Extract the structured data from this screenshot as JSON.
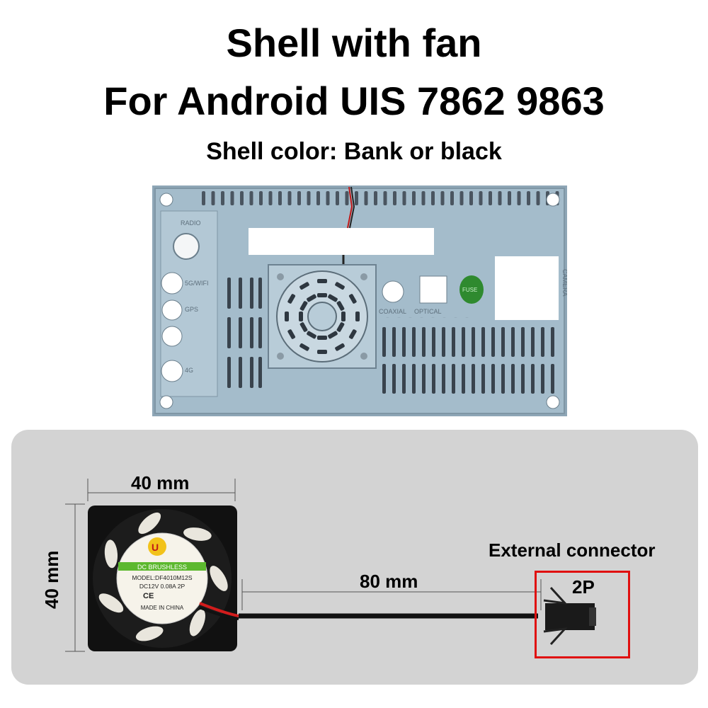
{
  "header": {
    "line1": "Shell with fan",
    "line2": "For Android  UIS 7862 9863",
    "line3": "Shell color: Bank or black"
  },
  "shell": {
    "labels": {
      "radio": "RADIO",
      "wifi": "5G/WIFI",
      "gps": "GPS",
      "g4": "4G",
      "coaxial": "COAXIAL",
      "optical": "OPTICAL",
      "fuse": "FUSE",
      "side": "CAMERA"
    },
    "color": "#9fb7c7"
  },
  "fan": {
    "brand": "U",
    "type": "DC BRUSHLESS",
    "model": "MODEL:DF4010M12S",
    "rating": "DC12V  0.08A  2P",
    "marks": "CE",
    "origin": "MADE IN CHINA"
  },
  "dimensions": {
    "width": "40 mm",
    "height": "40 mm",
    "cable": "80 mm"
  },
  "connector": {
    "title": "External connector",
    "pins": "2P",
    "box_color": "#e01010"
  }
}
